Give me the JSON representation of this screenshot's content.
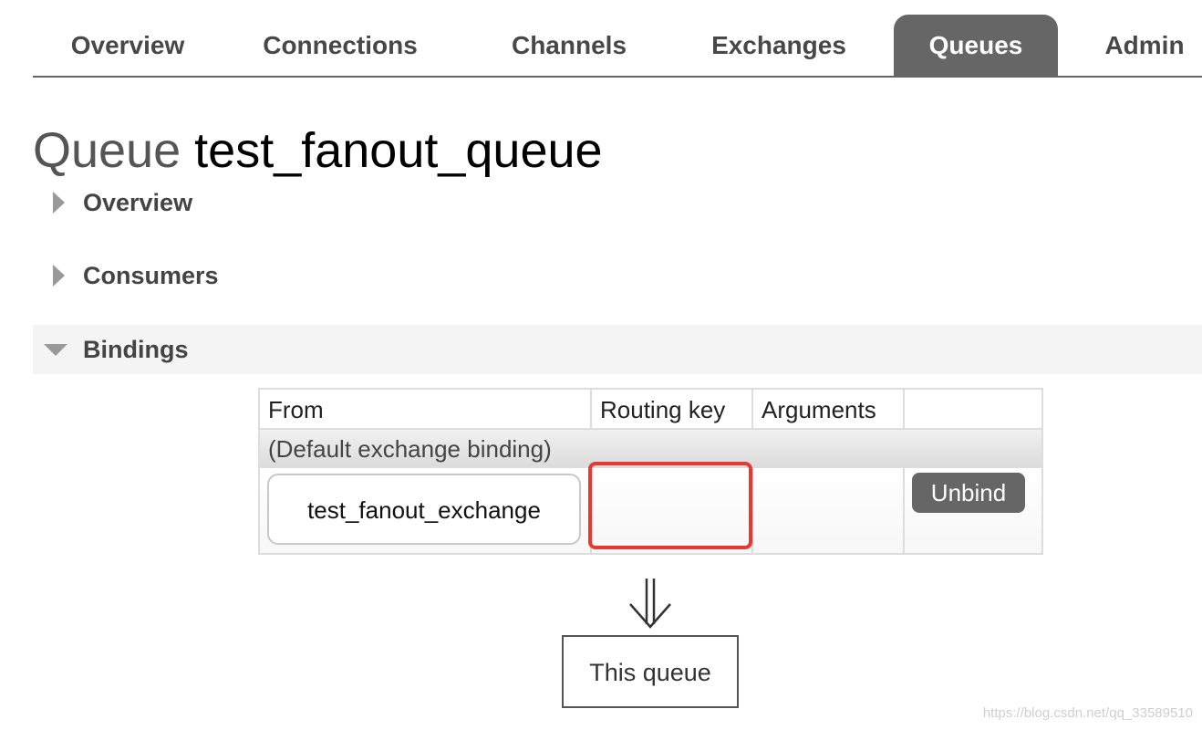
{
  "nav": {
    "tabs": [
      {
        "label": "Overview",
        "active": false
      },
      {
        "label": "Connections",
        "active": false
      },
      {
        "label": "Channels",
        "active": false
      },
      {
        "label": "Exchanges",
        "active": false
      },
      {
        "label": "Queues",
        "active": true
      },
      {
        "label": "Admin",
        "active": false
      }
    ]
  },
  "page": {
    "title_prefix": "Queue",
    "queue_name": "test_fanout_queue"
  },
  "sections": {
    "overview": {
      "label": "Overview",
      "expanded": false
    },
    "consumers": {
      "label": "Consumers",
      "expanded": false
    },
    "bindings": {
      "label": "Bindings",
      "expanded": true
    }
  },
  "bindings": {
    "columns": [
      "From",
      "Routing key",
      "Arguments",
      ""
    ],
    "default_binding_label": "(Default exchange binding)",
    "rows": [
      {
        "from": "test_fanout_exchange",
        "routing_key": "",
        "arguments": "",
        "action": "Unbind"
      }
    ],
    "highlight_color": "#e53a32"
  },
  "flow": {
    "arrow_icon": "double-down-arrow-icon",
    "target_label": "This queue"
  },
  "watermark": "https://blog.csdn.net/qq_33589510",
  "colors": {
    "tab_active_bg": "#666666",
    "button_bg": "#666666"
  }
}
